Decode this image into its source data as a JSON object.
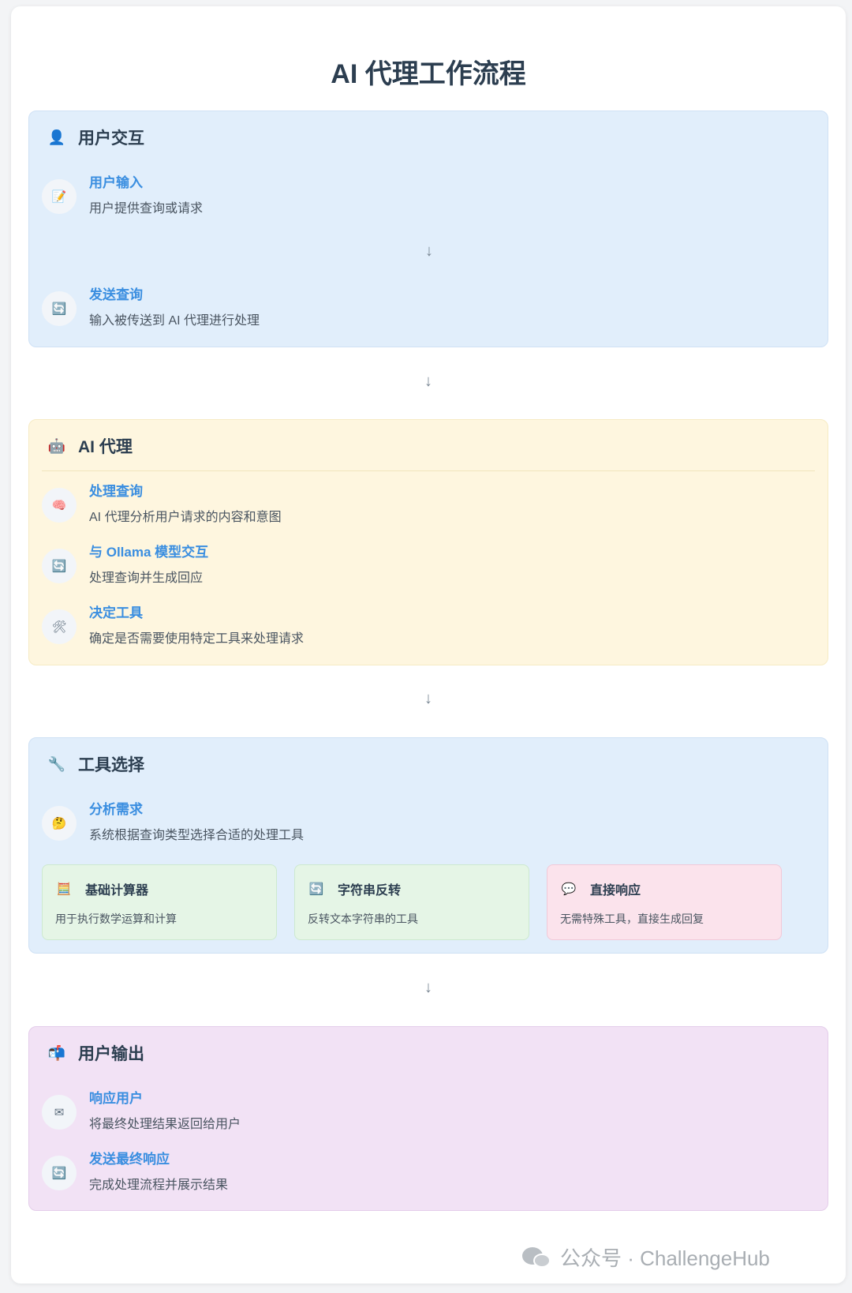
{
  "title": "AI 代理工作流程",
  "arrow": "↓",
  "sections": {
    "user_interaction": {
      "icon": "user-icon",
      "glyph": "👤",
      "label": "用户交互",
      "steps": [
        {
          "icon": "memo-icon",
          "glyph": "📝",
          "title": "用户输入",
          "desc": "用户提供查询或请求"
        },
        {
          "icon": "refresh-icon",
          "glyph": "🔄",
          "title": "发送查询",
          "desc": "输入被传送到 AI 代理进行处理"
        }
      ]
    },
    "ai_agent": {
      "icon": "robot-icon",
      "glyph": "🤖",
      "label": "AI 代理",
      "steps": [
        {
          "icon": "brain-icon",
          "glyph": "🧠",
          "title": "处理查询",
          "desc": "AI 代理分析用户请求的内容和意图"
        },
        {
          "icon": "refresh-icon",
          "glyph": "🔄",
          "title": "与 Ollama 模型交互",
          "desc": "处理查询并生成回应"
        },
        {
          "icon": "tools-icon",
          "glyph": "🛠",
          "title": "决定工具",
          "desc": "确定是否需要使用特定工具来处理请求"
        }
      ]
    },
    "tool_selection": {
      "icon": "wrench-icon",
      "glyph": "🔧",
      "label": "工具选择",
      "steps": [
        {
          "icon": "thinking-icon",
          "glyph": "🤔",
          "title": "分析需求",
          "desc": "系统根据查询类型选择合适的处理工具"
        }
      ],
      "tools": [
        {
          "icon": "abacus-icon",
          "glyph": "🧮",
          "title": "基础计算器",
          "desc": "用于执行数学运算和计算",
          "color": "#e5f5e6"
        },
        {
          "icon": "refresh-icon",
          "glyph": "🔄",
          "title": "字符串反转",
          "desc": "反转文本字符串的工具",
          "color": "#e5f5e6"
        },
        {
          "icon": "speech-bubble-icon",
          "glyph": "💬",
          "title": "直接响应",
          "desc": "无需特殊工具，直接生成回复",
          "color": "#fbe3ec"
        }
      ]
    },
    "user_output": {
      "icon": "mailbox-icon",
      "glyph": "📬",
      "label": "用户输出",
      "steps": [
        {
          "icon": "envelope-icon",
          "glyph": "✉",
          "title": "响应用户",
          "desc": "将最终处理结果返回给用户"
        },
        {
          "icon": "refresh-icon",
          "glyph": "🔄",
          "title": "发送最终响应",
          "desc": "完成处理流程并展示结果"
        }
      ]
    }
  },
  "watermark": {
    "icon": "wechat-icon",
    "text": "公众号 · ChallengeHub"
  },
  "colors": {
    "blue_section": "#e1eefb",
    "yellow_section": "#fef6df",
    "purple_section": "#f2e2f5",
    "step_title": "#3a8ee0"
  }
}
